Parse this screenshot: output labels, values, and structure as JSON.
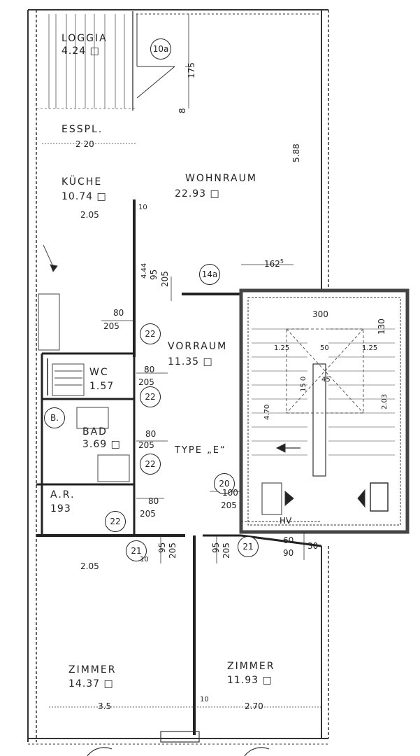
{
  "rooms": {
    "loggia": {
      "name": "LOGGIA",
      "area": "4.24 □"
    },
    "esspl": {
      "name": "ESSPL.",
      "dim": "2 20"
    },
    "kueche": {
      "name": "KÜCHE",
      "area": "10.74 □",
      "dim": "2.05"
    },
    "wohnraum": {
      "name": "WOHNRAUM",
      "area": "22.93 □"
    },
    "vorraum": {
      "name": "VORRAUM",
      "area": "11.35 □"
    },
    "wc": {
      "name": "WC",
      "area": "1.57"
    },
    "bad": {
      "name": "BAD",
      "area": "3.69 □"
    },
    "ar": {
      "name": "A.R.",
      "area": "193"
    },
    "zimmer1": {
      "name": "ZIMMER",
      "area": "14.37 □"
    },
    "zimmer2": {
      "name": "ZIMMER",
      "area": "11.93 □"
    }
  },
  "type_label": "TYPE „E“",
  "stair": {
    "label_300": "300",
    "label_130": "130",
    "label_125a": "1.25",
    "label_50": "50",
    "label_125b": "1.25",
    "label_470": "4.70",
    "label_150": "15 0",
    "label_45": "45",
    "label_203": "2.03",
    "hv": "HV"
  },
  "circles": [
    "10a",
    "14a",
    "22",
    "22",
    "22",
    "22",
    "20",
    "21",
    "21",
    "B."
  ],
  "dims": {
    "d175": "175",
    "d8": "8",
    "d588": "5.88",
    "d10a": "10",
    "d1625": "162",
    "d1625sup": "5",
    "d95a": "95",
    "d205a": "205",
    "d4_44": "4.44",
    "kue_80": "80",
    "kue_205": "205",
    "wc_80": "80",
    "wc_205": "205",
    "bad_80": "80",
    "bad_205": "205",
    "ar_80": "80",
    "ar_205": "205",
    "v_100": "100",
    "v_205": "205",
    "z_95a": "95",
    "z_205a": "205",
    "z_95b": "95",
    "z_205b": "205",
    "z_60": "60",
    "z_90": "90",
    "z_30": "30",
    "z_205c": "2.05",
    "z_10a": "10",
    "z_35": "3.5",
    "z_10b": "10",
    "z_270": "2.70"
  }
}
